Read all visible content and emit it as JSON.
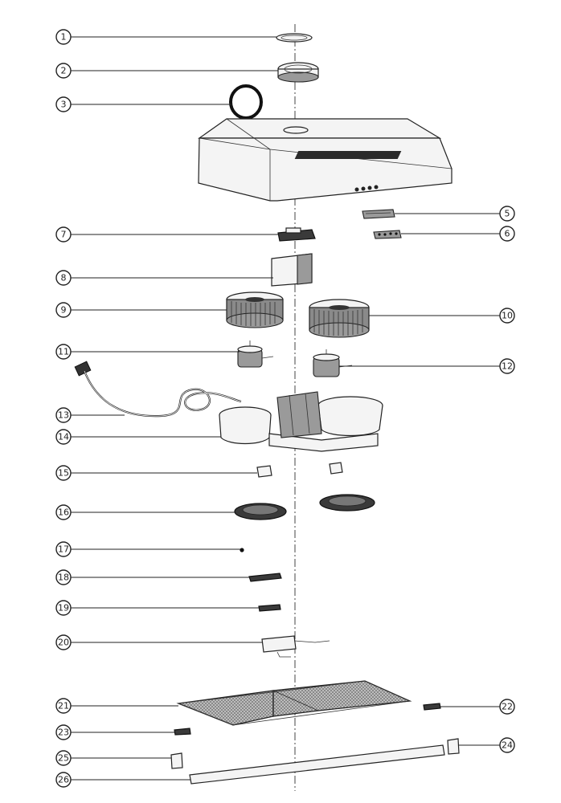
{
  "callouts": [
    {
      "id": "1",
      "label": "1"
    },
    {
      "id": "2",
      "label": "2"
    },
    {
      "id": "3",
      "label": "3"
    },
    {
      "id": "5",
      "label": "5"
    },
    {
      "id": "6",
      "label": "6"
    },
    {
      "id": "7",
      "label": "7"
    },
    {
      "id": "8",
      "label": "8"
    },
    {
      "id": "9",
      "label": "9"
    },
    {
      "id": "10",
      "label": "10"
    },
    {
      "id": "11",
      "label": "11"
    },
    {
      "id": "12",
      "label": "12"
    },
    {
      "id": "13",
      "label": "13"
    },
    {
      "id": "14",
      "label": "14"
    },
    {
      "id": "15",
      "label": "15"
    },
    {
      "id": "16",
      "label": "16"
    },
    {
      "id": "17",
      "label": "17"
    },
    {
      "id": "18",
      "label": "18"
    },
    {
      "id": "19",
      "label": "19"
    },
    {
      "id": "20",
      "label": "20"
    },
    {
      "id": "21",
      "label": "21"
    },
    {
      "id": "22",
      "label": "22"
    },
    {
      "id": "23",
      "label": "23"
    },
    {
      "id": "24",
      "label": "24"
    },
    {
      "id": "25",
      "label": "25"
    },
    {
      "id": "26",
      "label": "26"
    }
  ],
  "colors": {
    "line": "#222222",
    "background": "#ffffff"
  }
}
